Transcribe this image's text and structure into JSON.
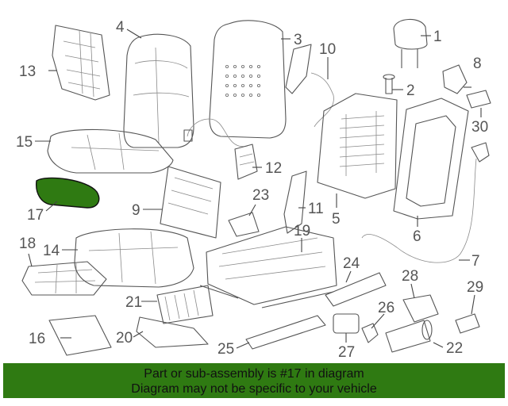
{
  "callouts": {
    "c1": "1",
    "c2": "2",
    "c3": "3",
    "c4": "4",
    "c5": "5",
    "c6": "6",
    "c7": "7",
    "c8": "8",
    "c9": "9",
    "c10": "10",
    "c11": "11",
    "c12": "12",
    "c13": "13",
    "c14": "14",
    "c15": "15",
    "c16": "16",
    "c17": "17",
    "c18": "18",
    "c19": "19",
    "c20": "20",
    "c21": "21",
    "c22": "22",
    "c23": "23",
    "c24": "24",
    "c25": "25",
    "c26": "26",
    "c27": "27",
    "c28": "28",
    "c29": "29",
    "c30": "30"
  },
  "highlight_color": "#2f7a12",
  "footer": {
    "line1": "Part or sub-assembly is #17 in diagram",
    "line2": "Diagram may not be specific to your vehicle"
  }
}
